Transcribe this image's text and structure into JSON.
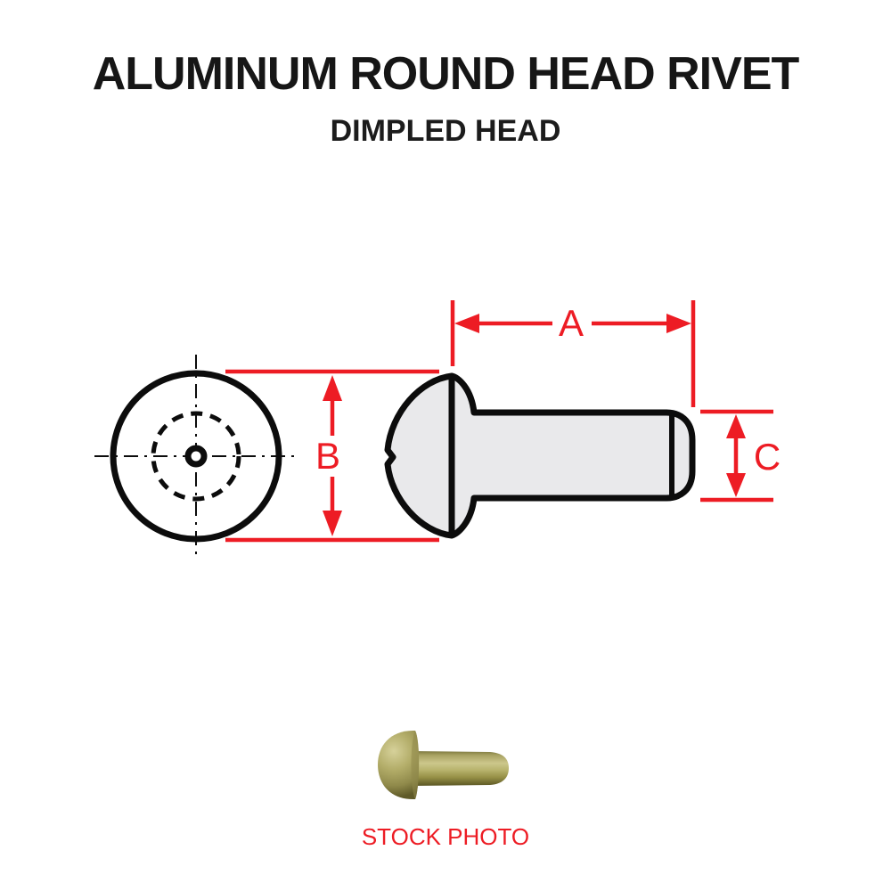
{
  "header": {
    "title": "ALUMINUM ROUND HEAD RIVET",
    "subtitle": "DIMPLED HEAD"
  },
  "diagram": {
    "labels": {
      "a": "A",
      "b": "B",
      "c": "C"
    },
    "label_meanings": {
      "a": "shank-length-dimension",
      "b": "head-diameter-dimension",
      "c": "shank-diameter-dimension"
    },
    "colors": {
      "dimension_red": "#ed1c24",
      "outline_black": "#0c0c0c",
      "part_fill_gray": "#e9e9eb",
      "background": "#ffffff"
    }
  },
  "stock_photo": {
    "caption": "STOCK PHOTO",
    "caption_color": "#ed1c24",
    "rivet_colors": {
      "brass_highlight": "#ccc78b",
      "brass_mid": "#a9a363",
      "brass_shadow": "#5c5726"
    }
  }
}
